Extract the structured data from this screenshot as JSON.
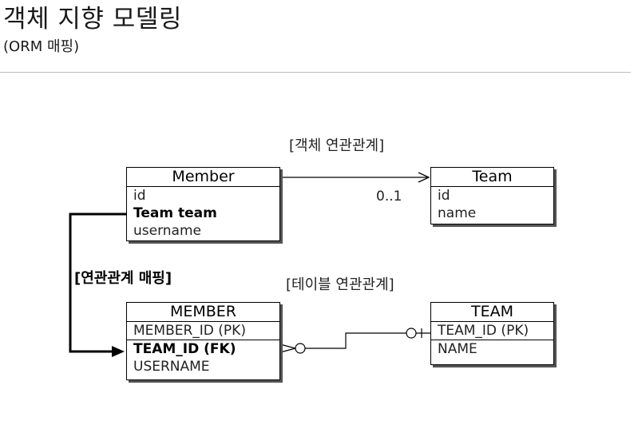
{
  "title": "객체 지향 모델링",
  "subtitle": "(ORM 매핑)",
  "labels": {
    "object_relation": "[객체 연관관계]",
    "table_relation": "[테이블 연관관계]",
    "mapping": "[연관관계 매핑]",
    "multiplicity": "0..1"
  },
  "entities": {
    "member": {
      "name": "Member",
      "rows": [
        "id",
        "Team team",
        "username"
      ]
    },
    "team": {
      "name": "Team",
      "rows": [
        "id",
        "name"
      ]
    },
    "member_table": {
      "name": "MEMBER",
      "pk": "MEMBER_ID (PK)",
      "rows": [
        "TEAM_ID (FK)",
        "USERNAME"
      ]
    },
    "team_table": {
      "name": "TEAM",
      "pk": "TEAM_ID (PK)",
      "rows": [
        "NAME"
      ]
    }
  }
}
